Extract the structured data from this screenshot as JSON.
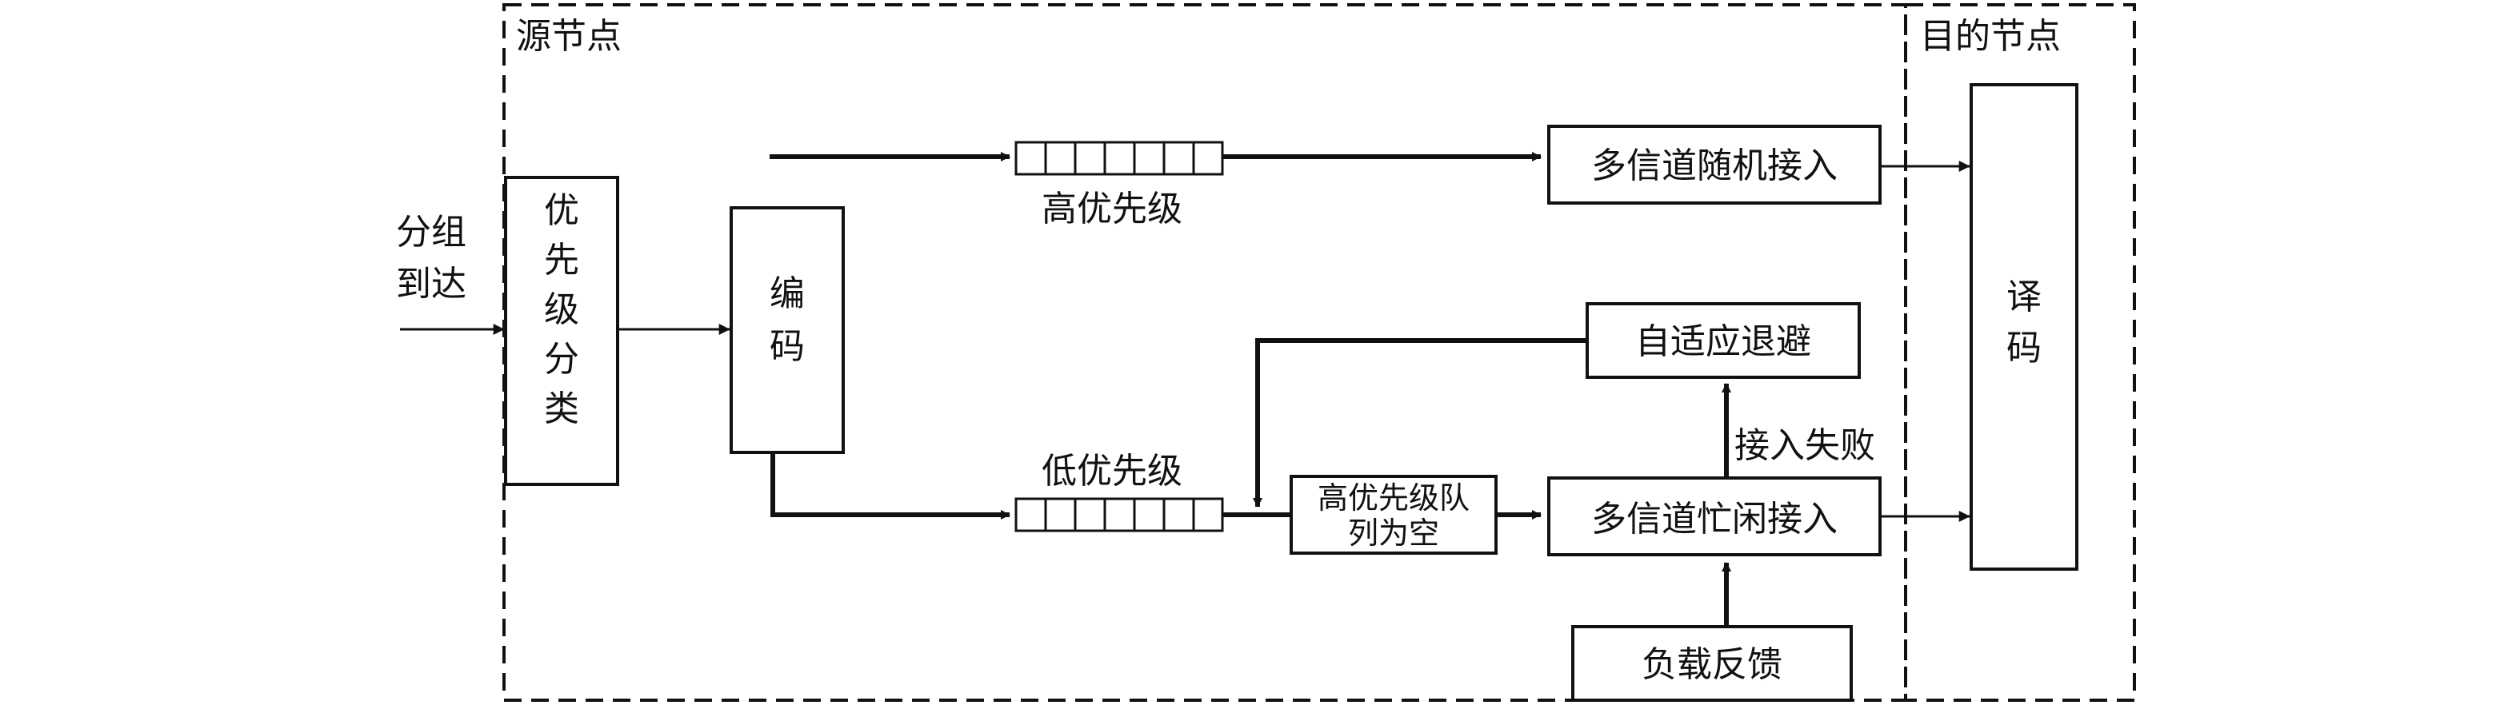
{
  "regions": {
    "source": "源节点",
    "destination": "目的节点"
  },
  "input": {
    "line1": "分组",
    "line2": "到达"
  },
  "blocks": {
    "classifier": [
      "优",
      "先",
      "级",
      "分",
      "类"
    ],
    "encoder": [
      "编",
      "码"
    ],
    "decoder": [
      "译",
      "码"
    ],
    "multi_random": "多信道随机接入",
    "adaptive_backoff": "自适应退避",
    "empty_check": [
      "高优先级队",
      "列为空"
    ],
    "multi_busy": "多信道忙闲接入",
    "load_feedback": "负载反馈"
  },
  "queues": {
    "high": "高优先级",
    "low": "低优先级"
  },
  "edges": {
    "access_fail": "接入失败"
  },
  "colors": {
    "line": "#111111",
    "background": "#ffffff"
  }
}
